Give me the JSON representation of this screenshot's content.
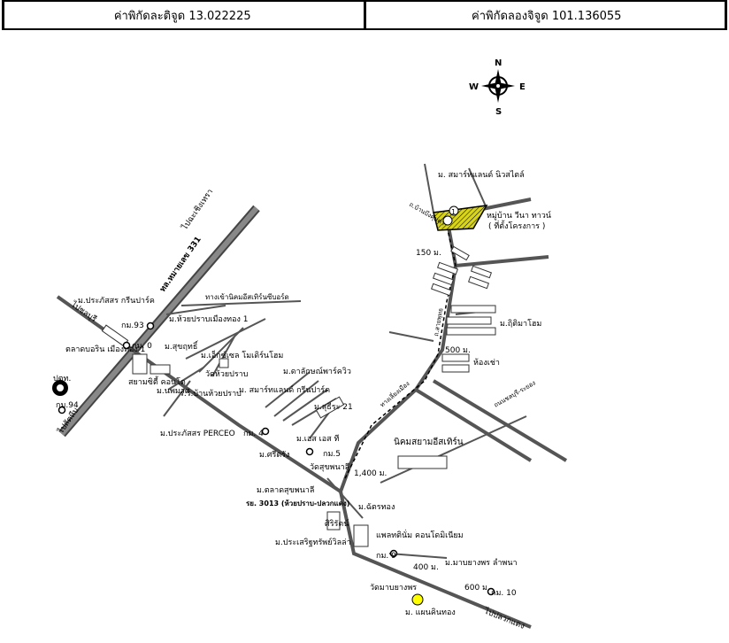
{
  "header": {
    "latitude_label": "ค่าพิกัดละติจูด 13.022225",
    "longitude_label": "ค่าพิกัดลองจิจูด 101.136055"
  },
  "compass": {
    "n": "N",
    "s": "S",
    "e": "E",
    "w": "W"
  },
  "highlight_color": "#d8d41a",
  "labels": {
    "smart_land_newstyle": "ม. สมาร์ทแลนด์ นิวสไตล์",
    "village_vina": "หมู่บ้าน วีนา ทาวน์",
    "project_location": "( ที่ตั้งโครงการ )",
    "d150": "150 ม.",
    "ritima_home": "ม.ฤิติมาโฮม",
    "d500": "500 ม.",
    "hong_kao": "ห้องเช่า",
    "to_chonburi": "ไปชลบุรี",
    "to_chachoengsao": "ไปฉะเชิงเทรา",
    "to_sattahip": "ไปสัตหีบ",
    "hwy331": "ทล.หมายเลข 331",
    "prasertsorn_green": "ม.ประภัสสร กรีนปาร์ค",
    "ihp_road": "ทางเข้านิคมอีสเทิร์นซีบอร์ด",
    "km93": "กม.93",
    "huaypong": "ม.ห้วยปราบเมืองทอง 1",
    "km0": "กม. 0",
    "sukree": "ม.สุขฤทธิ์",
    "talad_muangthong": "ตลาดบอริน เมืองทอง 1",
    "ptt": "ปตท.",
    "km94": "กม.94",
    "siam_kondo": "สยามซิตี้ คอนโด",
    "mp_hat": "ม.นพมาศ",
    "ipi": "ม.เอ็กซ์เซล โมเดิร์นโฮม",
    "wat": "วัดห้วยปราบ",
    "sch": "ร.ร.บ้านห้วยปราบ",
    "smart_green": "ม. สมาร์ทแลนด์ กรีนปาร์ค",
    "golden_town": "ม.ดาลักษณ์พาร์ควิว",
    "suthee21": "ม.สุธีระ 21",
    "prasertsorn_perceo": "ม.ประภัสสร PERCEO",
    "km4": "กม. 4",
    "sss": "ม.เอส เอส ที",
    "eastern_estate": "นิคมสยามอีสเทิร์น",
    "sritrang": "ม.ศรีตรัง",
    "km5": "กม.5",
    "wat_sukpan": "วัดสุขพนาลี",
    "d1400": "1,400 ม.",
    "road_ban_bueng": "ถ.บ้านบึงคุ้มค่า",
    "road_chonburi_rayong": "ถนนชลบุรี-ระยอง",
    "road_main": "ถ.สายพุทธ",
    "road_local": "ทางเลี่ยงเมือง",
    "talad_sukpan": "ม.ตลาดสุขพนาลี",
    "route3013": "รย. 3013 (ห้วยปราบ-ปลวกแดง)",
    "m_chattong": "ม.ฉัตรทอง",
    "sirithon": "ศิริรัตน์",
    "prasertsub": "ม.ประเสริฐทรัพย์วิลล่า",
    "apartment": "แพลทตินั่ม คอนโดมิเนียม",
    "km9": "กม. 9",
    "d400": "400 ม.",
    "mabyangporn": "ม.มาบยางพร ลำพนา",
    "wat_mabyangporn": "วัดมาบยางพร",
    "d600": "600 ม.",
    "km10": "กม. 10",
    "maenkhanthong": "ม. แผนคินทอง",
    "to_pluakdaeng": "ไปปลวกแดง",
    "loc_num": "1"
  }
}
